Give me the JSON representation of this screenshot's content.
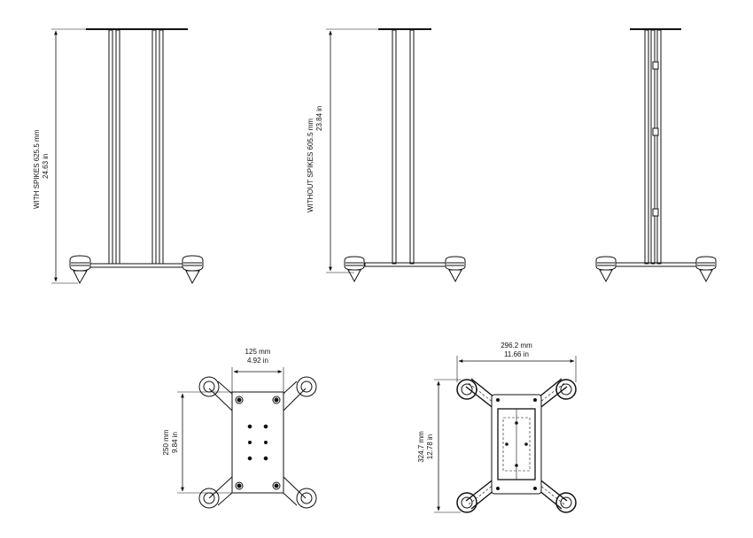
{
  "views": {
    "front": {
      "height_line1": "WITH SPIKES 625.5 mm",
      "height_line2": "24.63 in"
    },
    "side": {
      "height_line1": "WITHOUT SPIKES 605.5 mm",
      "height_line2": "23.84 in"
    },
    "top_plate": {
      "width_line1": "125 mm",
      "width_line2": "4.92 in",
      "length_line1": "250 mm",
      "length_line2": "9.84 in"
    },
    "base": {
      "width_line1": "296.2 mm",
      "width_line2": "11.66 in",
      "length_line1": "324.7 mm",
      "length_line2": "12.78 in"
    }
  },
  "colors": {
    "line": "#111111",
    "background": "#ffffff"
  }
}
